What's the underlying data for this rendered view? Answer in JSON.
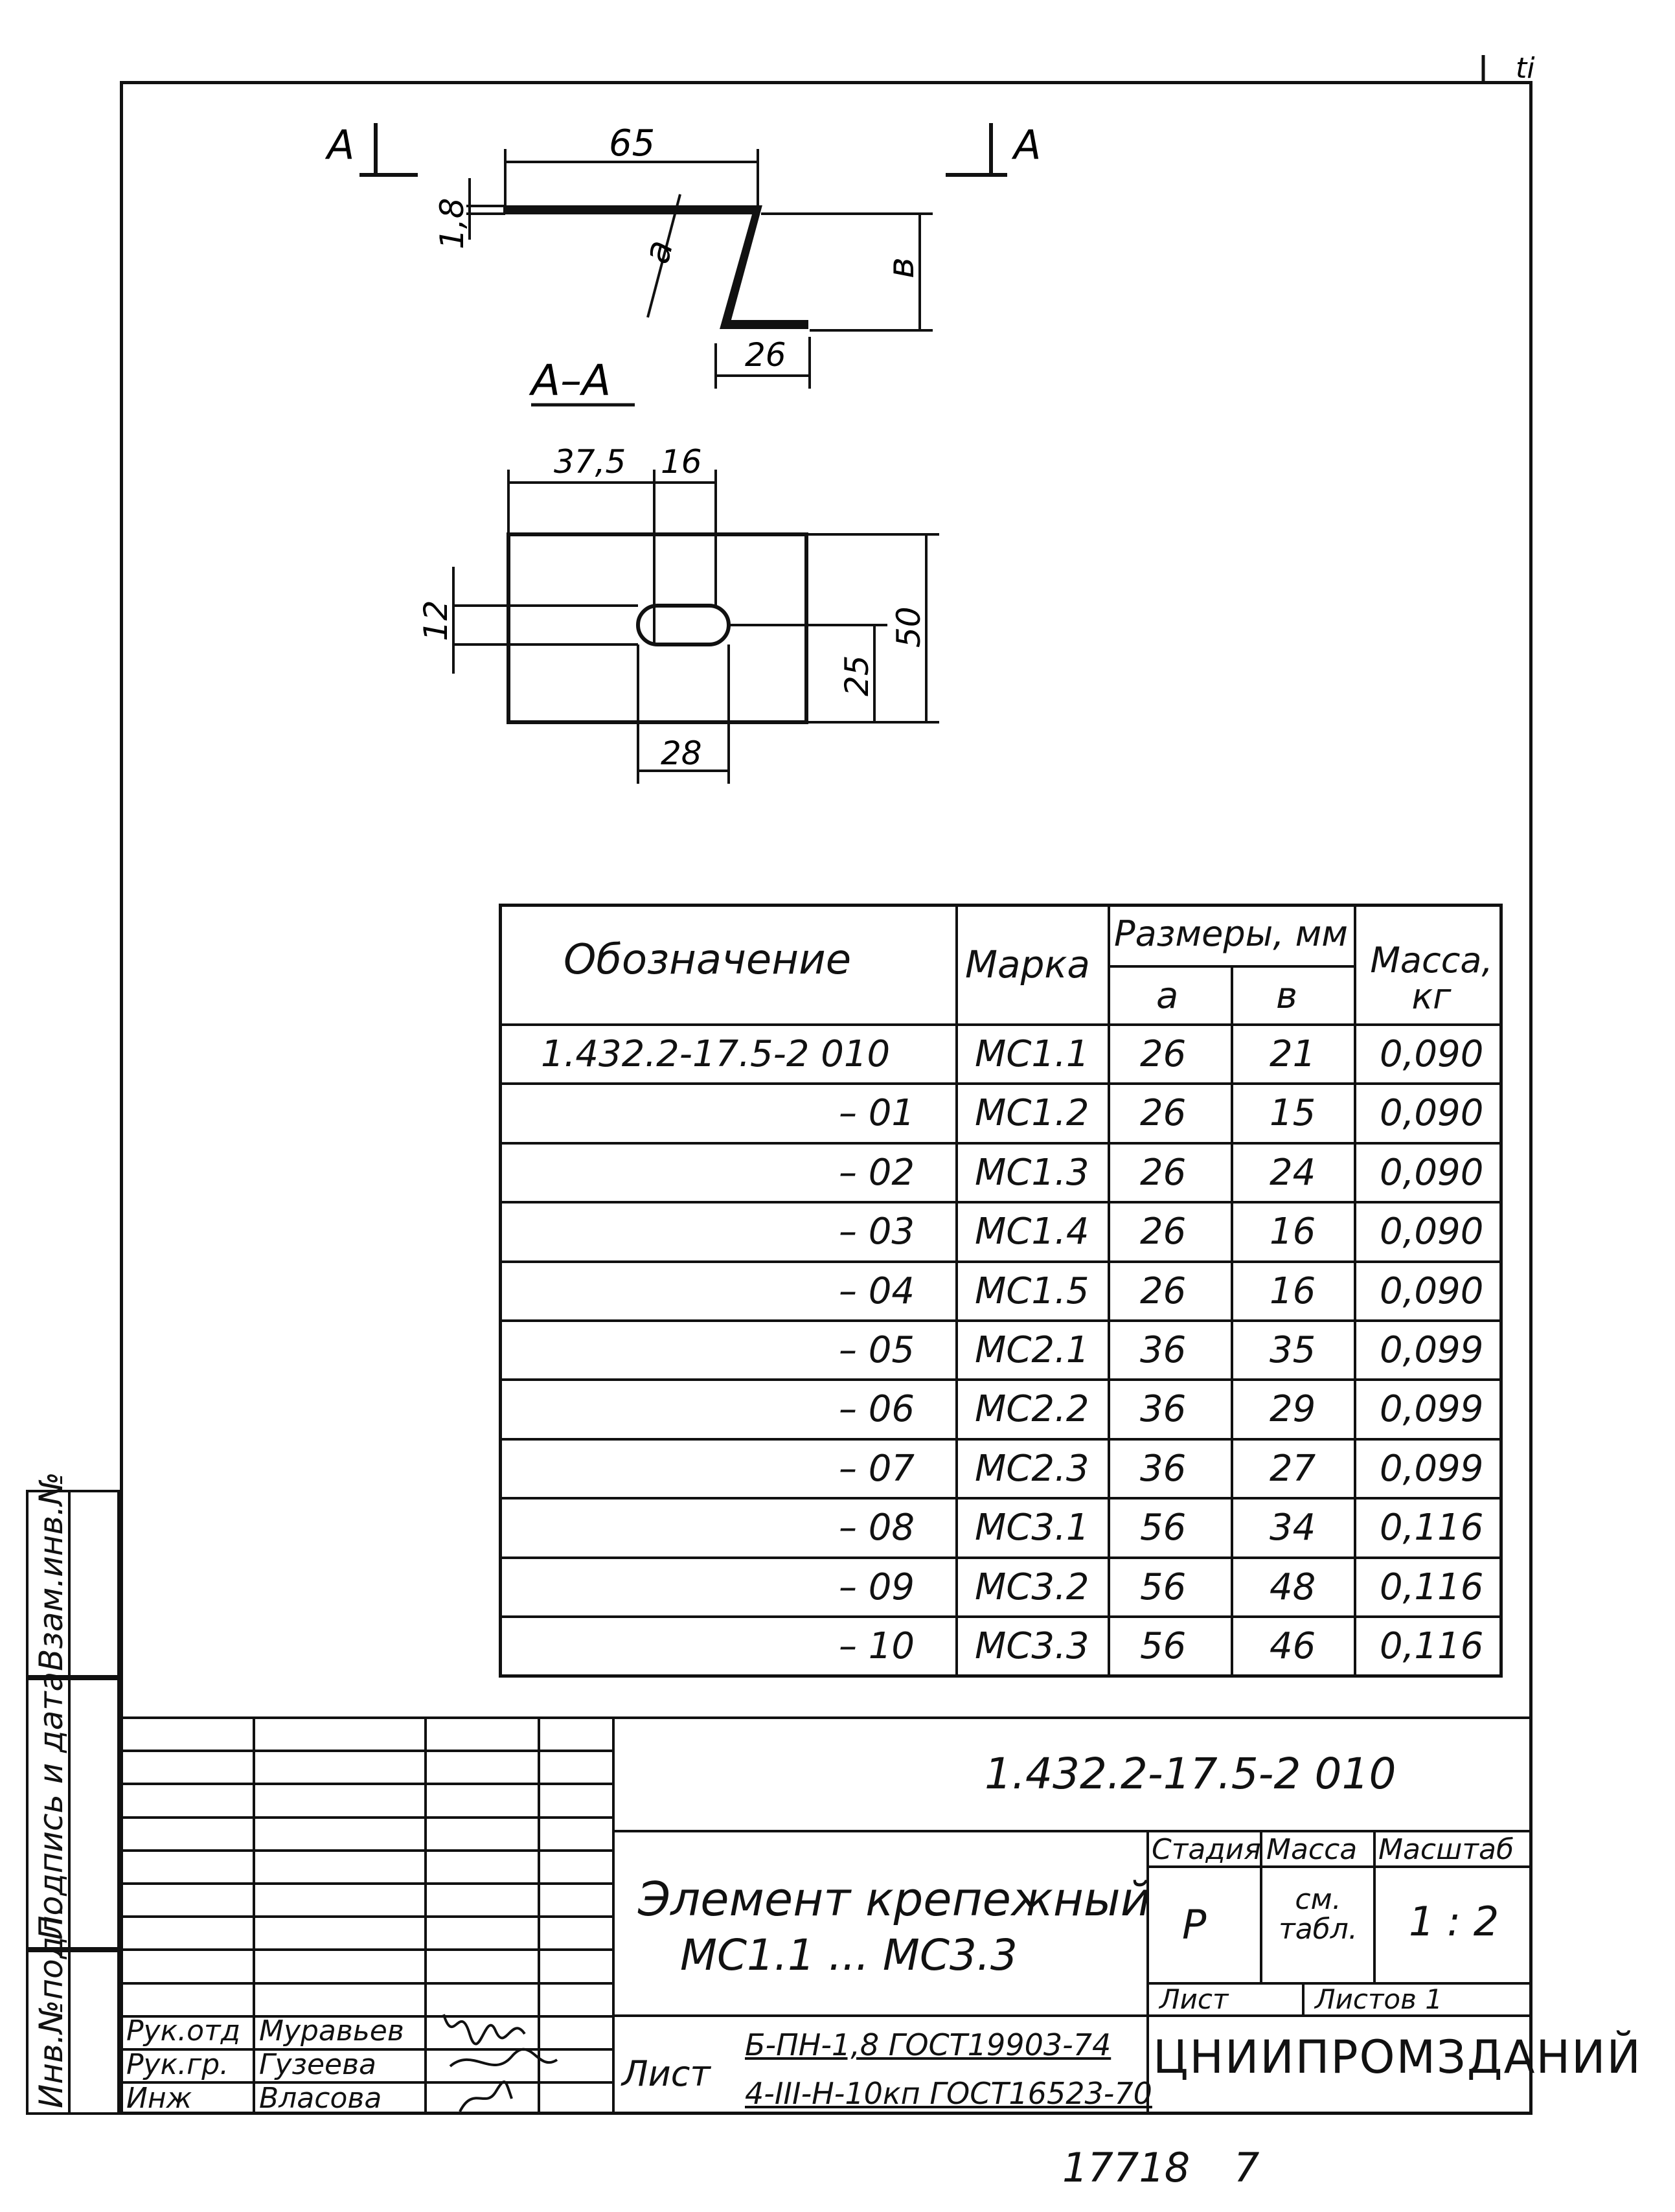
{
  "drawing": {
    "section_marker": "А",
    "section_title": "А–А",
    "profile_dims": {
      "width": "65",
      "thickness": "1,8",
      "a": "а",
      "b": "в",
      "bottom": "26"
    },
    "plate_dims": {
      "left_offset": "37,5",
      "slot_width": "16",
      "slot_height": "12",
      "height": "50",
      "half": "25",
      "bottom": "28"
    }
  },
  "spec_table": {
    "headers": {
      "designation": "Обозначение",
      "mark": "Марка",
      "dimensions": "Размеры, мм",
      "a": "а",
      "b": "в",
      "mass": "Масса, кг"
    },
    "rows": [
      {
        "designation": "1.432.2-17.5-2  010",
        "mark": "МС1.1",
        "a": "26",
        "b": "21",
        "mass": "0,090"
      },
      {
        "designation": "– 01",
        "mark": "МС1.2",
        "a": "26",
        "b": "15",
        "mass": "0,090"
      },
      {
        "designation": "– 02",
        "mark": "МС1.3",
        "a": "26",
        "b": "24",
        "mass": "0,090"
      },
      {
        "designation": "– 03",
        "mark": "МС1.4",
        "a": "26",
        "b": "16",
        "mass": "0,090"
      },
      {
        "designation": "– 04",
        "mark": "МС1.5",
        "a": "26",
        "b": "16",
        "mass": "0,090"
      },
      {
        "designation": "– 05",
        "mark": "МС2.1",
        "a": "36",
        "b": "35",
        "mass": "0,099"
      },
      {
        "designation": "– 06",
        "mark": "МС2.2",
        "a": "36",
        "b": "29",
        "mass": "0,099"
      },
      {
        "designation": "– 07",
        "mark": "МС2.3",
        "a": "36",
        "b": "27",
        "mass": "0,099"
      },
      {
        "designation": "– 08",
        "mark": "МС3.1",
        "a": "56",
        "b": "34",
        "mass": "0,116"
      },
      {
        "designation": "– 09",
        "mark": "МС3.2",
        "a": "56",
        "b": "48",
        "mass": "0,116"
      },
      {
        "designation": "– 10",
        "mark": "МС3.3",
        "a": "56",
        "b": "46",
        "mass": "0,116"
      }
    ]
  },
  "title_block": {
    "doc_code": "1.432.2-17.5-2  010",
    "name_line1": "Элемент крепежный",
    "name_line2": "МС1.1 ... МС3.3",
    "stage_label": "Стадия",
    "mass_label": "Масса",
    "scale_label": "Масштаб",
    "stage_value": "Р",
    "mass_value": "см. табл.",
    "scale_value": "1 : 2",
    "sheet_label": "Лист",
    "sheets_label": "Листов 1",
    "material_label": "Лист",
    "material_line1": "Б-ПН-1,8 ГОСТ19903-74",
    "material_line2": "4-III-Н-10кп ГОСТ16523-70",
    "organization": "ЦНИИПРОМЗДАНИЙ",
    "roles": [
      {
        "role": "Рук.отд",
        "name": "Муравьев"
      },
      {
        "role": "Рук.гр.",
        "name": "Гузеева"
      },
      {
        "role": "Инж",
        "name": "Власова"
      }
    ]
  },
  "side_labels": {
    "inv_orig": "Инв.№подл.",
    "sign_date": "Подпись и дата",
    "replace_inv": "Взам.инв.№"
  },
  "footer": {
    "number": "17718",
    "page": "7"
  }
}
